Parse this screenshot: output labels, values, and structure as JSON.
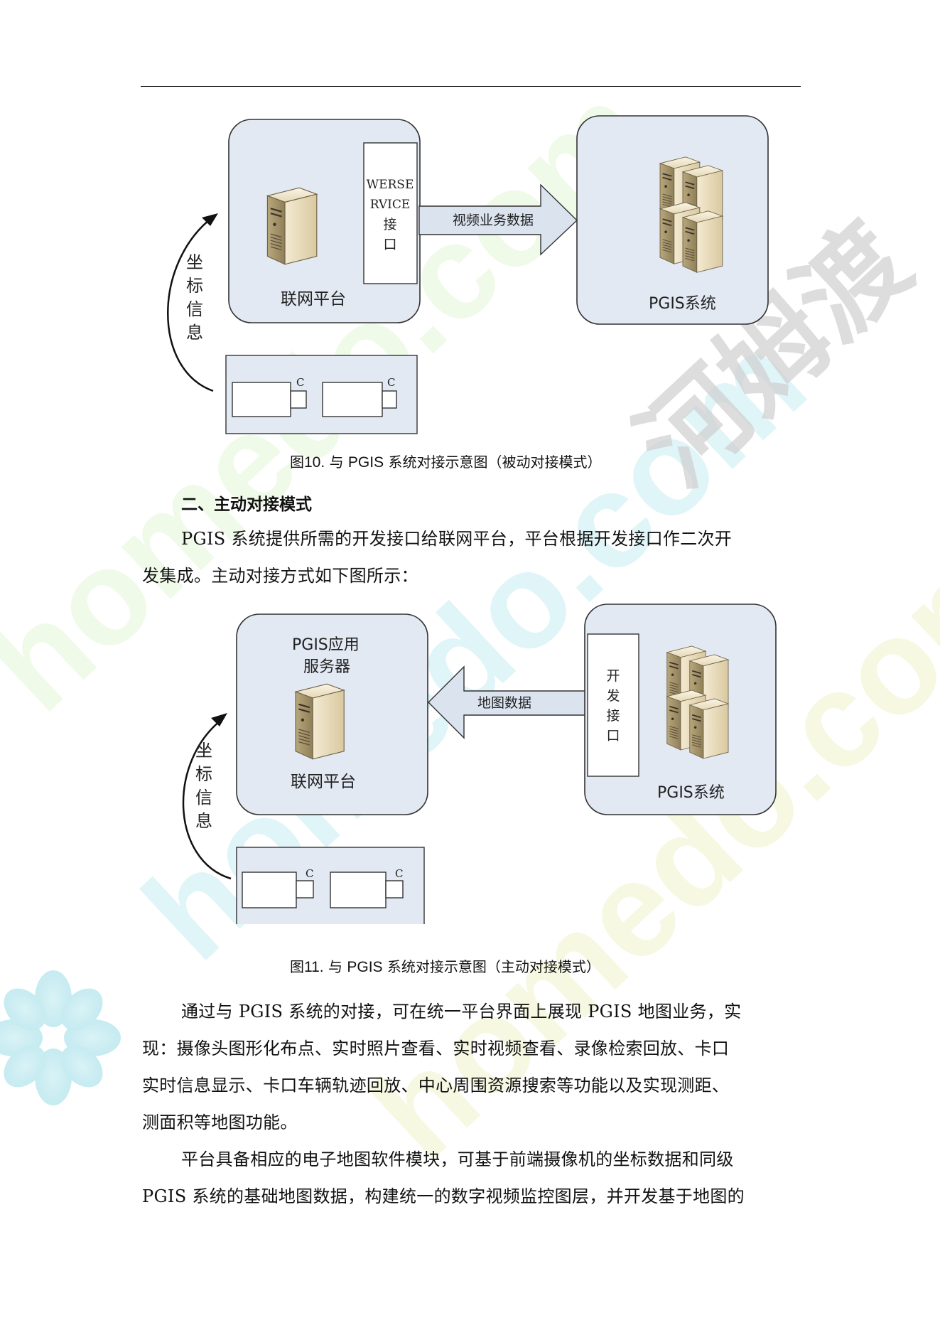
{
  "figure10": {
    "platform_label": "联网平台",
    "interface_label": [
      "WERSE",
      "RVICE",
      "接",
      "口"
    ],
    "arrow_label": "视频业务数据",
    "pgis_label": "PGIS系统",
    "side_label": [
      "坐",
      "标",
      "信",
      "息"
    ],
    "camera_letter": "C",
    "caption_prefix": "图",
    "caption_number": "10.",
    "caption_pre": "与",
    "caption_pgis": "PGIS",
    "caption_rest": "系统对接示意图（被动对接模式）"
  },
  "section": {
    "heading": "二、主动对接模式",
    "intro_line1": "PGIS 系统提供所需的开发接口给联网平台，平台根据开发接口作二次开",
    "intro_line2": "发集成。主动对接方式如下图所示："
  },
  "figure11": {
    "app_label_line1": "PGIS应用",
    "app_label_line2": "服务器",
    "platform_label": "联网平台",
    "arrow_label": "地图数据",
    "interface_label": [
      "开",
      "发",
      "接",
      "口"
    ],
    "pgis_label": "PGIS系统",
    "side_label": [
      "坐",
      "标",
      "信",
      "息"
    ],
    "camera_letter": "C",
    "caption_prefix": "图",
    "caption_number": "11.",
    "caption_pre": "与",
    "caption_pgis": "PGIS",
    "caption_rest": "系统对接示意图（主动对接模式）"
  },
  "body": {
    "p1_line1": "通过与 PGIS 系统的对接，可在统一平台界面上展现 PGIS 地图业务，实",
    "p1_line2": "现：摄像头图形化布点、实时照片查看、实时视频查看、录像检索回放、卡口",
    "p1_line3": "实时信息显示、卡口车辆轨迹回放、中心周围资源搜索等功能以及实现测距、",
    "p1_line4": "测面积等地图功能。",
    "p2_line1": "平台具备相应的电子地图软件模块，可基于前端摄像机的坐标数据和同级",
    "p2_line2": "PGIS  系统的基础地图数据，构建统一的数字视频监控图层，并开发基于地图的"
  },
  "watermark": {
    "text_cn": "河姆渡",
    "text_en": "homedo.com"
  },
  "colors": {
    "panel_fill": "#e3e9f3",
    "panel_border": "#333333",
    "arrow_fill": "#dbe3ef",
    "watermark_cyan": "#c8eef2",
    "watermark_yellow": "#f3f6cc",
    "watermark_gray": "#d8d8d8"
  }
}
